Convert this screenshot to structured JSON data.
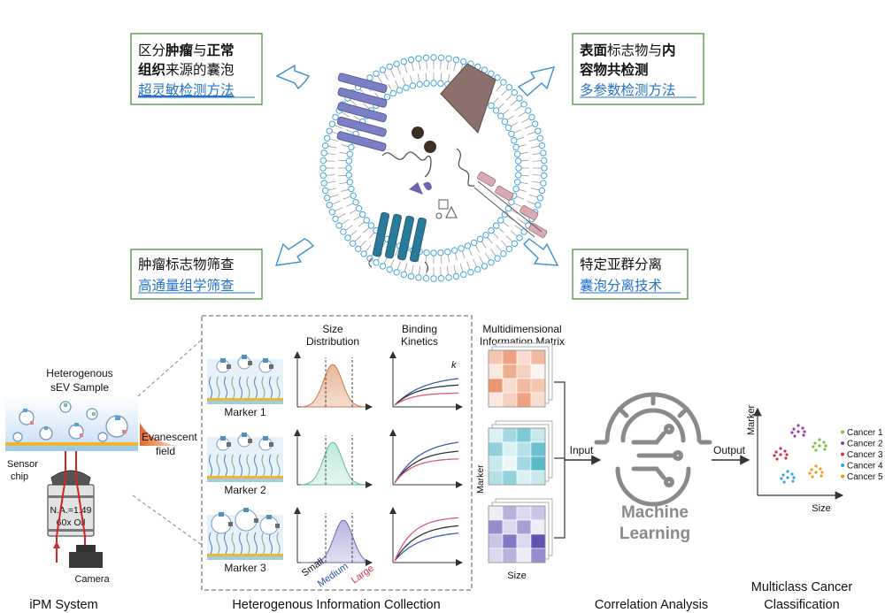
{
  "boxes": {
    "top_left": {
      "line1_a": "区分",
      "line1_b": "肿瘤",
      "line1_c": "与",
      "line1_d": "正常",
      "line2_a": "组织",
      "line2_b": "来源的囊泡",
      "link": "超灵敏检测方法"
    },
    "top_right": {
      "line1_a": "表面",
      "line1_b": "标志物与",
      "line1_c": "内",
      "line2_a": "容物共检测",
      "link": "多参数检测方法"
    },
    "bottom_left": {
      "line1": "肿瘤标志物筛查",
      "link": "高通量组学筛查"
    },
    "bottom_right": {
      "line1": "特定亚群分离",
      "link": "囊泡分离技术"
    }
  },
  "ipm": {
    "sample_line1": "Heterogenous",
    "sample_line2": "sEV Sample",
    "evanescent_line1": "Evanescent",
    "evanescent_line2": "field",
    "sensor_line1": "Sensor",
    "sensor_line2": "chip",
    "objective_line1": "N.A.=1.49",
    "objective_line2": "60x Oil",
    "camera": "Camera",
    "caption": "iPM System"
  },
  "collection": {
    "size_header_1": "Size",
    "size_header_2": "Distribution",
    "binding_header_1": "Binding",
    "binding_header_2": "Kinetics",
    "k_label": "k",
    "markers": [
      "Marker 1",
      "Marker 2",
      "Marker 3"
    ],
    "size_axis": {
      "small": "Small",
      "medium": "Medium",
      "large": "Large"
    },
    "caption": "Heterogenous Information Collection"
  },
  "matrix": {
    "header_1": "Multidimensional",
    "header_2": "Information Matrix",
    "y_label": "Marker",
    "x_label": "Size",
    "input_label": "Input"
  },
  "ml": {
    "line1": "Machine",
    "line2": "Learning",
    "output_label": "Output",
    "caption": "Correlation Analysis"
  },
  "classification": {
    "y_label": "Marker",
    "x_label": "Size",
    "caption_1": "Multiclass Cancer",
    "caption_2": "Classification",
    "legend": [
      {
        "name": "Cancer 1",
        "color": "#7fbf3f"
      },
      {
        "name": "Cancer 2",
        "color": "#9b3fb0"
      },
      {
        "name": "Cancer 3",
        "color": "#d2334a"
      },
      {
        "name": "Cancer 4",
        "color": "#2ea7e0"
      },
      {
        "name": "Cancer 5",
        "color": "#f29a1e"
      }
    ]
  },
  "colors": {
    "box_border": "#3a8a2a",
    "link_blue": "#2472c8",
    "arrow_blue": "#3b8fd0",
    "purple_receptor": "#7b7fc4",
    "teal_receptor": "#2a7a9a",
    "pink_receptor": "#d7aab4",
    "brown_receptor": "#8c706c"
  }
}
